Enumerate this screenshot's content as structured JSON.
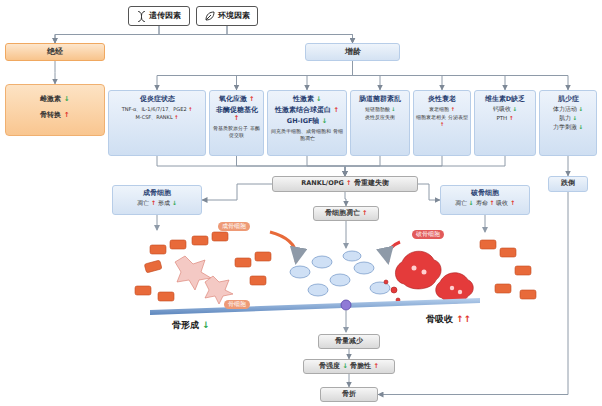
{
  "diagram": {
    "nodes": [
      {
        "text": [
          "遗传因素"
        ]
      },
      {
        "text": [
          "环境因素"
        ]
      },
      {
        "text": [
          "绝经"
        ]
      },
      {
        "text": [
          "增龄"
        ]
      },
      {
        "text": [
          "雌激素 ↓",
          "骨转换 ↑"
        ]
      },
      {
        "text": [
          "促炎症状态",
          "TNF-α、IL-1/6/7/17、PGE2 ↑",
          "M-CSF、RANKL ↑"
        ]
      },
      {
        "text": [
          "氧化应激 ↑",
          "非酶促糖基化 ↑",
          "骨基质胶原分子 非酶促交联"
        ]
      },
      {
        "text": [
          "性激素 ↓",
          "性激素结合球蛋白 ↑",
          "GH-IGF轴 ↓",
          "间充质干细胞、成骨细胞和 骨细胞凋亡"
        ]
      },
      {
        "text": [
          "肠道菌群紊乱",
          "短链脂肪酸 ↓",
          "炎性反应失衡"
        ]
      },
      {
        "text": [
          "炎性衰老",
          "衰老细胞 ↑",
          "细胞衰老相关 分泌表型 ↑"
        ]
      },
      {
        "text": [
          "维生素D缺乏",
          "钙吸收 ↓",
          "PTH ↑"
        ]
      },
      {
        "text": [
          "肌少症",
          "体力活动 ↓",
          "肌力 ↓",
          "力学刺激 ↓"
        ]
      },
      {
        "text": [
          "RANKL/OPG ↑ 骨重建失衡"
        ]
      },
      {
        "text": [
          "成骨细胞",
          "凋亡 ↑ 形成 ↓"
        ]
      },
      {
        "text": [
          "破骨细胞",
          "凋亡 ↓ 寿命 ↑ 吸收 ↑"
        ]
      },
      {
        "text": [
          "骨细胞凋亡 ↑"
        ]
      },
      {
        "text": [
          "跌倒"
        ]
      },
      {
        "text": [
          "骨量减少"
        ]
      },
      {
        "text": [
          "骨强度 ↓ 骨脆性 ↑"
        ]
      },
      {
        "text": [
          "骨折"
        ]
      }
    ],
    "edges": [
      {
        "from": 0,
        "to": 2,
        "arrow": "to"
      },
      {
        "from": 0,
        "to": 3,
        "arrow": "to"
      },
      {
        "from": 1,
        "to": 2,
        "arrow": "to"
      },
      {
        "from": 1,
        "to": 3,
        "arrow": "to"
      },
      {
        "from": 2,
        "to": 4,
        "arrow": "to"
      },
      {
        "from": 3,
        "to": 5,
        "arrow": "to"
      },
      {
        "from": 3,
        "to": 6,
        "arrow": "to"
      },
      {
        "from": 3,
        "to": 7,
        "arrow": "to"
      },
      {
        "from": 3,
        "to": 8,
        "arrow": "to"
      },
      {
        "from": 3,
        "to": 9,
        "arrow": "to"
      },
      {
        "from": 3,
        "to": 10,
        "arrow": "to"
      },
      {
        "from": 3,
        "to": 11,
        "arrow": "to"
      },
      {
        "from": 5,
        "to": 12,
        "arrow": "to"
      },
      {
        "from": 6,
        "to": 12,
        "arrow": "to"
      },
      {
        "from": 7,
        "to": 12,
        "arrow": "to"
      },
      {
        "from": 8,
        "to": 12,
        "arrow": "to"
      },
      {
        "from": 9,
        "to": 12,
        "arrow": "to"
      },
      {
        "from": 10,
        "to": 12,
        "arrow": "to"
      },
      {
        "from": 12,
        "to": 13,
        "arrow": "to"
      },
      {
        "from": 12,
        "to": 14,
        "arrow": "to"
      },
      {
        "from": 12,
        "to": 15,
        "arrow": "to"
      },
      {
        "from": 11,
        "to": 16,
        "arrow": "to"
      },
      {
        "from": 16,
        "to": 19,
        "arrow": "to"
      },
      {
        "from": 17,
        "to": 18,
        "arrow": "to"
      },
      {
        "from": 18,
        "to": 19,
        "arrow": "to"
      }
    ],
    "labels": [
      "成骨细胞",
      "骨细胞",
      "破骨细胞",
      "骨形成 ↓",
      "骨吸收 ↑↑"
    ]
  }
}
